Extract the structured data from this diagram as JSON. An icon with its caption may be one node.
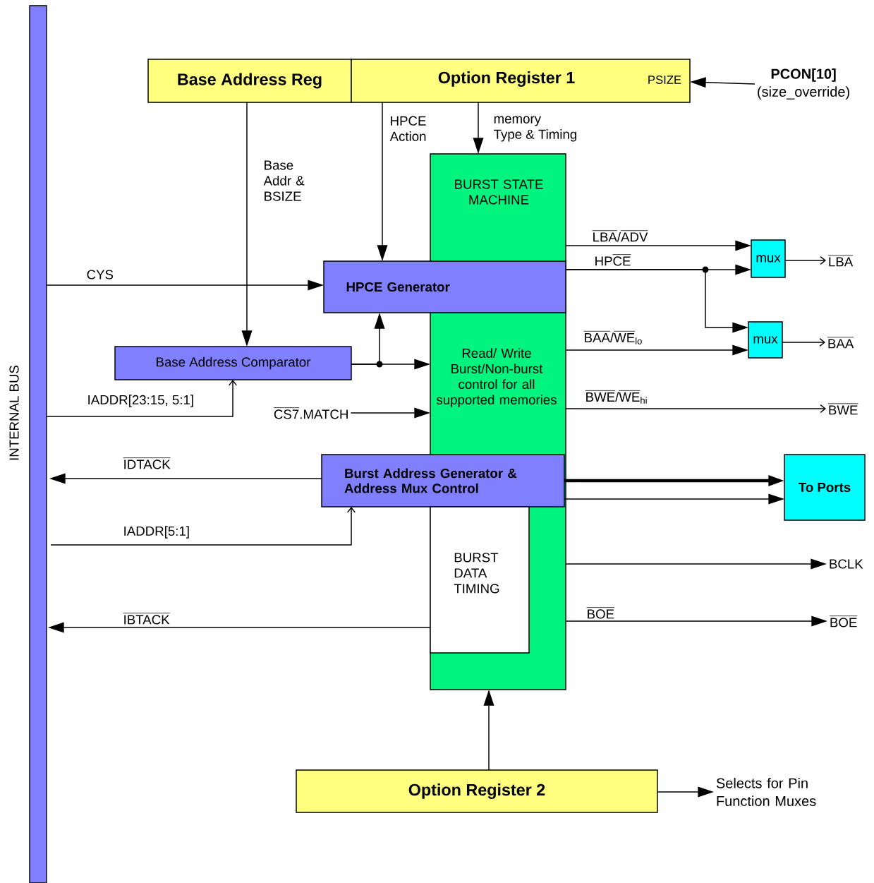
{
  "diagram": {
    "nodes": [
      {
        "text": [
          "INTERNAL BUS"
        ]
      },
      {
        "text": [
          "Base Address Reg"
        ]
      },
      {
        "text": [
          "Option Register 1",
          "PSIZE"
        ]
      },
      {
        "text": [
          "BURST STATE MACHINE",
          "Read/ Write Burst/Non-burst control for all supported memories"
        ]
      },
      {
        "text": [
          "HPCE Generator"
        ]
      },
      {
        "text": [
          "Base Address Comparator"
        ]
      },
      {
        "text": [
          "Burst Address Generator & Address Mux Control"
        ]
      },
      {
        "text": [
          "BURST DATA TIMING"
        ],
        "in": 3
      },
      {
        "text": [
          "mux"
        ]
      },
      {
        "text": [
          "mux"
        ]
      },
      {
        "text": [
          "To Ports"
        ]
      },
      {
        "text": [
          "Option Register 2"
        ]
      },
      {
        "text": [
          "PCON[10]",
          "(size_override)"
        ]
      },
      {
        "text": [
          "\\overline{\\text{LBA}}"
        ]
      },
      {
        "text": [
          "\\overline{\\text{BAA}}"
        ]
      },
      {
        "text": [
          "\\overline{\\text{BWE}}"
        ]
      },
      {
        "text": [
          "BCLK"
        ]
      },
      {
        "text": [
          "\\overline{\\text{BOE}}"
        ]
      },
      {
        "text": [
          "Selects for Pin Function Muxes"
        ]
      },
      {
        "text": [
          "\\overline{\\text{CS7}}\\text{.MATCH}"
        ]
      }
    ],
    "edges": [
      {
        "from": 12,
        "to": 2,
        "arrow": "to"
      },
      {
        "from": 1,
        "to": 5,
        "arrow": "to",
        "label": "Base Addr & BSIZE"
      },
      {
        "from": 2,
        "to": 4,
        "arrow": "to",
        "label": "HPCE Action"
      },
      {
        "from": 2,
        "to": 3,
        "arrow": "to",
        "label": "memory Type & Timing"
      },
      {
        "from": 0,
        "to": 4,
        "arrow": "to",
        "label": "CYS"
      },
      {
        "from": 5,
        "to": 4,
        "arrow": "to"
      },
      {
        "from": 5,
        "to": 3,
        "arrow": "to"
      },
      {
        "from": 0,
        "to": 5,
        "arrow": "to",
        "label": "IADDR[23:15, 5:1]"
      },
      {
        "from": 19,
        "to": 3,
        "arrow": "to"
      },
      {
        "from": 6,
        "to": 0,
        "arrow": "to",
        "label": "\\overline{\\text{IDTACK}}"
      },
      {
        "from": 0,
        "to": 6,
        "arrow": "to",
        "label": "IADDR[5:1]"
      },
      {
        "from": 7,
        "to": 0,
        "arrow": "to",
        "label": "\\overline{\\text{IBTACK}}"
      },
      {
        "from": 3,
        "to": 8,
        "arrow": "to",
        "label": "\\overline{\\text{LBA}}\\text{/}\\overline{\\text{ADV}}"
      },
      {
        "from": 4,
        "to": 8,
        "arrow": "to",
        "label": "\\text{HP}\\overline{\\text{CE}}"
      },
      {
        "from": 4,
        "to": 9,
        "arrow": "to"
      },
      {
        "from": 3,
        "to": 9,
        "arrow": "to",
        "label": "\\overline{\\text{BAA}}\\text{/}\\overline{\\text{WE}}_{\\text{lo}}"
      },
      {
        "from": 8,
        "to": 13,
        "arrow": "to"
      },
      {
        "from": 9,
        "to": 14,
        "arrow": "to"
      },
      {
        "from": 3,
        "to": 15,
        "arrow": "to",
        "label": "\\overline{\\text{BWE}}\\text{/}\\overline{\\text{WE}}_{\\text{hi}}"
      },
      {
        "from": 6,
        "to": 10,
        "arrow": "to",
        "style": "thick"
      },
      {
        "from": 6,
        "to": 10,
        "arrow": "to"
      },
      {
        "from": 3,
        "to": 16,
        "arrow": "to"
      },
      {
        "from": 3,
        "to": 17,
        "arrow": "to",
        "label": "\\overline{\\text{BOE}}"
      },
      {
        "from": 11,
        "to": 3,
        "arrow": "to"
      },
      {
        "from": 11,
        "to": 18,
        "arrow": "to"
      }
    ]
  }
}
